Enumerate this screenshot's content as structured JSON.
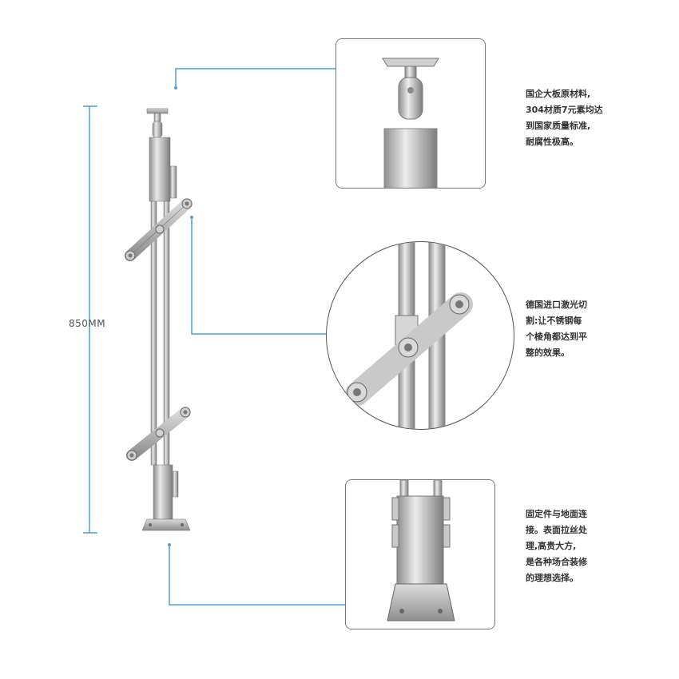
{
  "dimension": {
    "label": "850MM"
  },
  "callouts": [
    {
      "lines": [
        "国企大板原材料,",
        "304材质7元素均达",
        "到国家质量标准,",
        "耐腐性极高。"
      ]
    },
    {
      "lines": [
        "德国进口激光切",
        "割:让不锈钢每",
        "个棱角都达到平",
        "整的效果。"
      ]
    },
    {
      "lines": [
        "固定件与地面连",
        "接。表面拉丝处",
        "理,高贵大方,",
        "是各种场合装修",
        "的理想选择。"
      ]
    }
  ],
  "colors": {
    "leader": "#4a9fe0",
    "steel": "#b8b8b8",
    "steel_dark": "#8a8a8a",
    "steel_light": "#e6e6e6"
  }
}
